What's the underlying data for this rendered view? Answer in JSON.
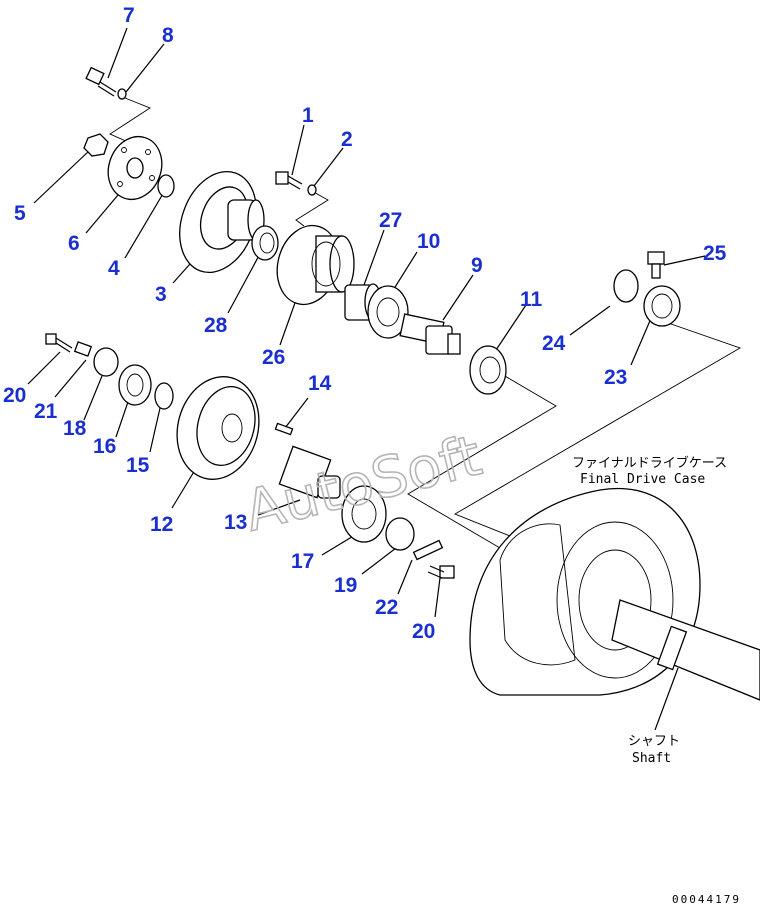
{
  "parts": [
    {
      "num": "7"
    },
    {
      "num": "8"
    },
    {
      "num": "1"
    },
    {
      "num": "2"
    },
    {
      "num": "5"
    },
    {
      "num": "6"
    },
    {
      "num": "4"
    },
    {
      "num": "3"
    },
    {
      "num": "28"
    },
    {
      "num": "27"
    },
    {
      "num": "10"
    },
    {
      "num": "9"
    },
    {
      "num": "26"
    },
    {
      "num": "11"
    },
    {
      "num": "25"
    },
    {
      "num": "24"
    },
    {
      "num": "23"
    },
    {
      "num": "20"
    },
    {
      "num": "21"
    },
    {
      "num": "18"
    },
    {
      "num": "16"
    },
    {
      "num": "15"
    },
    {
      "num": "14"
    },
    {
      "num": "12"
    },
    {
      "num": "13"
    },
    {
      "num": "17"
    },
    {
      "num": "19"
    },
    {
      "num": "22"
    },
    {
      "num": "20"
    }
  ],
  "labels": {
    "case_jp": "ファイナルドライブケース",
    "case_en": "Final Drive Case",
    "shaft_jp": "シャフト",
    "shaft_en": "Shaft"
  },
  "watermark": "AutoSoft",
  "drawing_code": "00044179",
  "colors": {
    "callout": "#1a2fd0",
    "line": "#000000",
    "watermark": "#b5b5b5"
  }
}
